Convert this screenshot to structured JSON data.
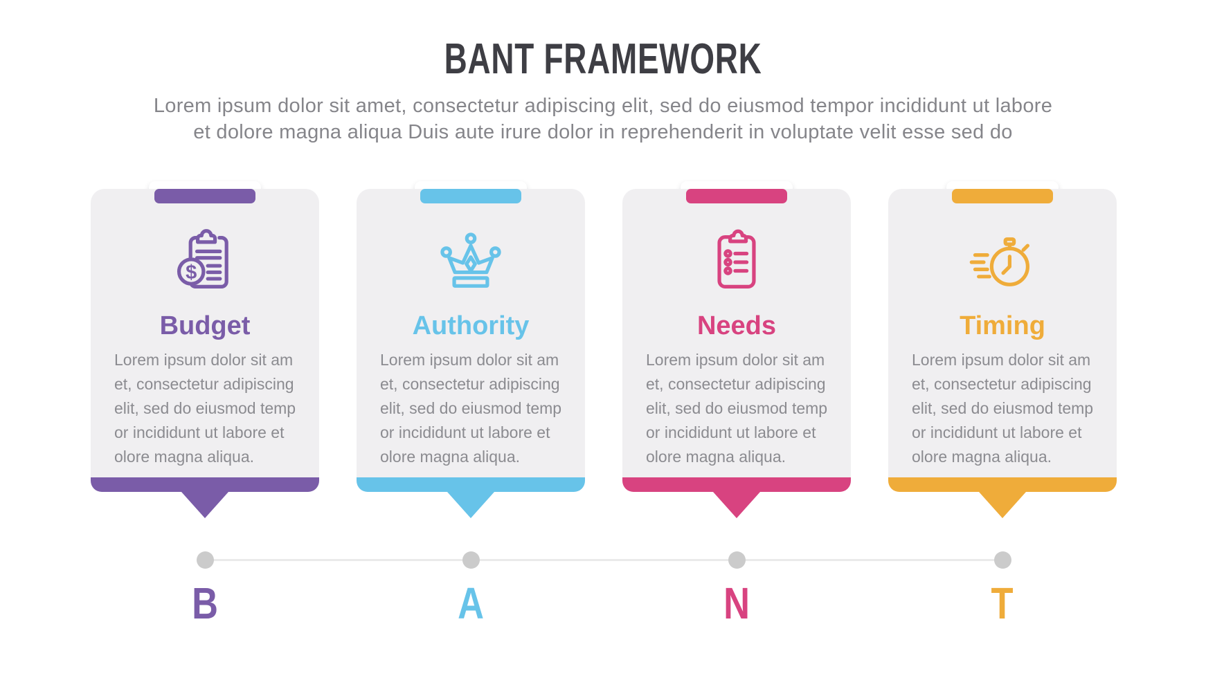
{
  "header": {
    "title": "BANT FRAMEWORK",
    "subtitle_line1": "Lorem ipsum dolor sit amet, consectetur adipiscing elit, sed do eiusmod tempor incididunt ut labore",
    "subtitle_line2": "et dolore magna aliqua Duis aute irure dolor in reprehenderit in voluptate velit esse sed do"
  },
  "cards": [
    {
      "letter": "B",
      "title": "Budget",
      "icon": "budget-clipboard-dollar-icon",
      "icon_glyph": "$",
      "color": "#7a5ca8",
      "body": "Lorem ipsum dolor sit am\net, consectetur adipiscing\nelit, sed do eiusmod temp\nor incididunt ut labore et\nolore magna aliqua."
    },
    {
      "letter": "A",
      "title": "Authority",
      "icon": "crown-icon",
      "color": "#67c3e9",
      "body": "Lorem ipsum dolor sit am\net, consectetur adipiscing\nelit, sed do eiusmod temp\nor incididunt ut labore et\nolore magna aliqua."
    },
    {
      "letter": "N",
      "title": "Needs",
      "icon": "checklist-clipboard-icon",
      "color": "#d84380",
      "body": "Lorem ipsum dolor sit am\net, consectetur adipiscing\nelit, sed do eiusmod temp\nor incididunt ut labore et\nolore magna aliqua."
    },
    {
      "letter": "T",
      "title": "Timing",
      "icon": "stopwatch-icon",
      "color": "#efac3a",
      "body": "Lorem ipsum dolor sit am\net, consectetur adipiscing\nelit, sed do eiusmod temp\nor incididunt ut labore et\nolore magna aliqua."
    }
  ],
  "timeline": {
    "letters": [
      "B",
      "A",
      "N",
      "T"
    ],
    "dot_color": "#cbcbcb",
    "line_color": "#eaeaea"
  },
  "colors": {
    "card_background": "#f0eff1",
    "title_text": "#3e3e44",
    "subtitle_text": "#85858a",
    "body_text": "#8b8b90"
  }
}
